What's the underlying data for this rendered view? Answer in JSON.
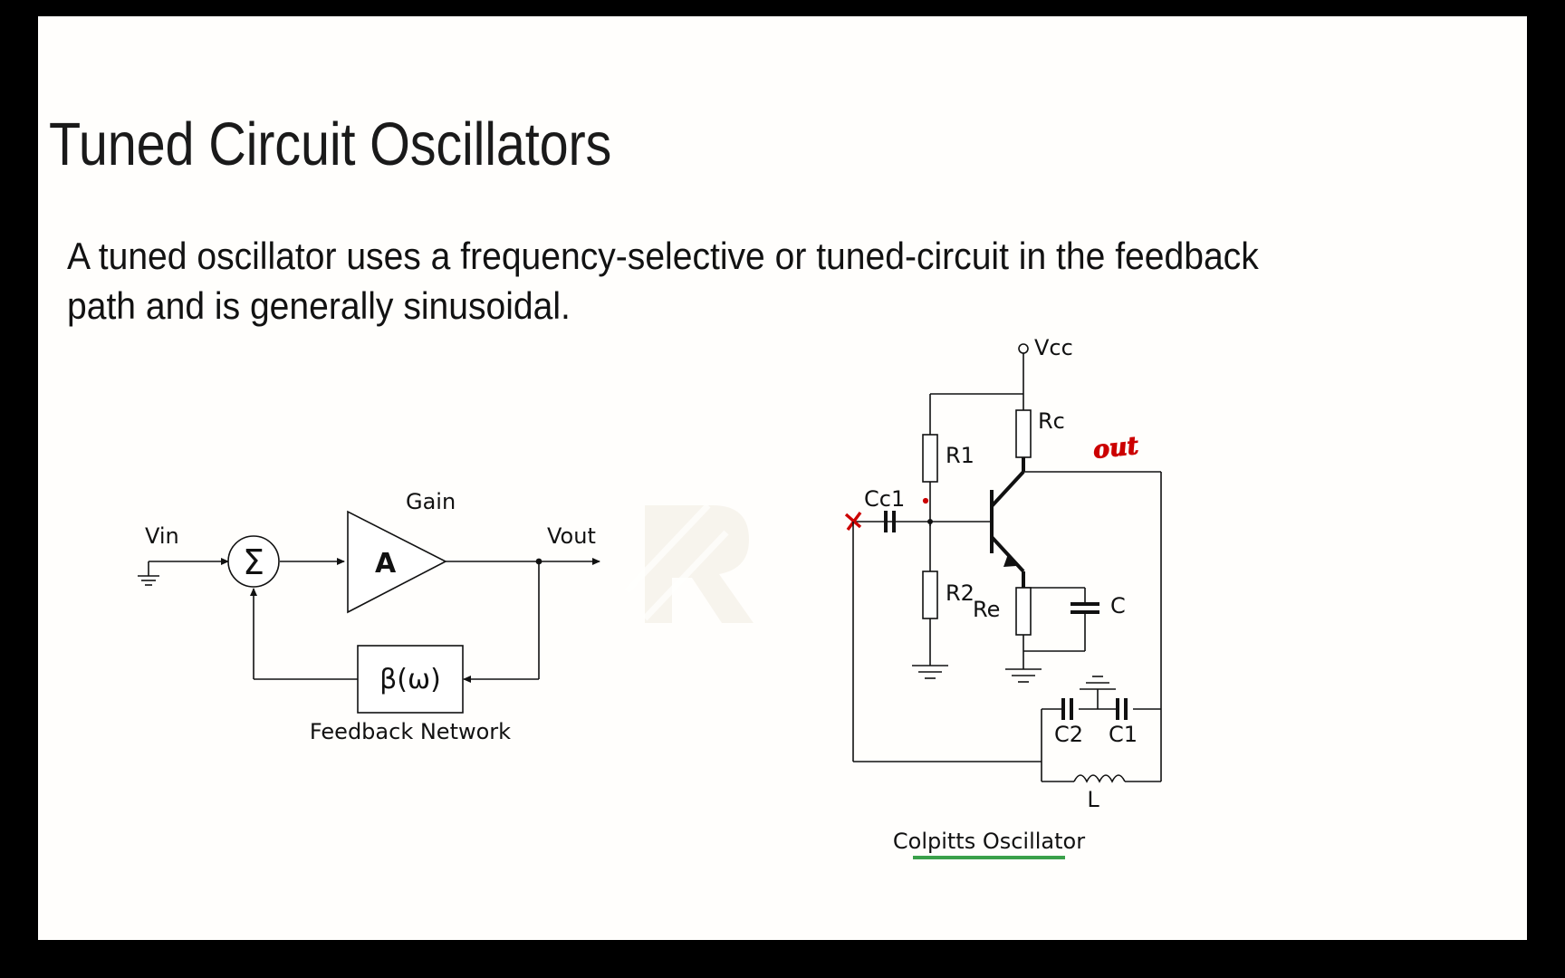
{
  "slide": {
    "title": "Tuned Circuit Oscillators",
    "body": "A tuned oscillator uses a frequency-selective or tuned-circuit in the feedback path and is generally sinusoidal."
  },
  "block_diagram": {
    "name": "feedback-oscillator-block-diagram",
    "input_label": "Vin",
    "summing_symbol": "Σ",
    "amplifier_symbol": "A",
    "amplifier_label": "Gain",
    "output_label": "Vout",
    "feedback_symbol": "β(ω)",
    "feedback_caption": "Feedback Network"
  },
  "colpitts": {
    "name": "colpitts-oscillator-schematic",
    "caption": "Colpitts Oscillator",
    "caption_underline_color": "#3aa04a",
    "annotation_color": "#cc0000",
    "supply_label": "Vcc",
    "output_annotation": "out",
    "components": [
      {
        "ref": "Rc",
        "type": "resistor"
      },
      {
        "ref": "R1",
        "type": "resistor"
      },
      {
        "ref": "R2",
        "type": "resistor"
      },
      {
        "ref": "Re",
        "type": "resistor"
      },
      {
        "ref": "Cc1",
        "type": "capacitor"
      },
      {
        "ref": "C",
        "type": "capacitor"
      },
      {
        "ref": "C2",
        "type": "capacitor"
      },
      {
        "ref": "C1",
        "type": "capacitor"
      },
      {
        "ref": "L",
        "type": "inductor"
      }
    ],
    "labels": {
      "vcc": "Vcc",
      "rc": "Rc",
      "r1": "R1",
      "r2": "R2",
      "re": "Re",
      "cc1": "Cc1",
      "c": "C",
      "c2": "C2",
      "c1": "C1",
      "l": "L",
      "out": "out"
    }
  }
}
